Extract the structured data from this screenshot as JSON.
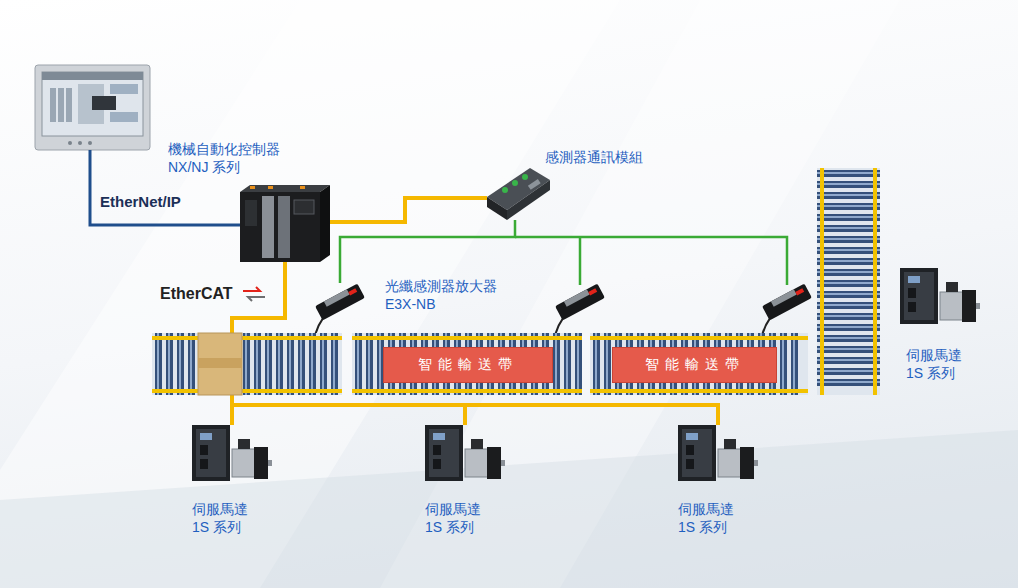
{
  "diagram": {
    "nodes": [
      {
        "text": [
          "機械自動化控制器 NX/NJ 系列"
        ]
      },
      {
        "text": [
          "感測器通訊模組"
        ]
      },
      {
        "text": [
          "光纖感測器放大器 E3X-NB"
        ]
      },
      {
        "text": [
          "伺服馬達 1S 系列"
        ]
      },
      {
        "text": [
          "智能輸送帶"
        ]
      },
      {
        "text": [
          "智能輸送帶"
        ]
      },
      {
        "text": [
          "伺服馬達 1S 系列"
        ]
      },
      {
        "text": [
          "伺服馬達 1S 系列"
        ]
      },
      {
        "text": [
          "伺服馬達 1S 系列"
        ]
      }
    ],
    "edges": [
      {
        "from": 0,
        "to": 1,
        "arrow": "none"
      },
      {
        "from": 1,
        "to": 2,
        "arrow": "none"
      },
      {
        "from": 0,
        "to": 6,
        "arrow": "none"
      },
      {
        "from": 0,
        "to": 7,
        "arrow": "none"
      },
      {
        "from": 0,
        "to": 8,
        "arrow": "none"
      }
    ],
    "labels": [
      "EtherNet/IP",
      "EtherCAT"
    ]
  }
}
